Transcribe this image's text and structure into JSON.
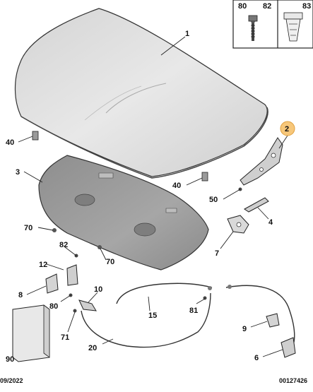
{
  "diagram": {
    "callouts": {
      "c1": "1",
      "c2": "2",
      "c3": "3",
      "c4": "4",
      "c5": "50",
      "c6": "6",
      "c7": "7",
      "c8": "8",
      "c9": "9",
      "c10": "10",
      "c12": "12",
      "c15": "15",
      "c20": "20",
      "c40a": "40",
      "c40b": "40",
      "c70a": "70",
      "c70b": "70",
      "c71": "71",
      "c80": "80",
      "c81": "81",
      "c82": "82",
      "c90": "90"
    },
    "inset": {
      "label_80": "80",
      "label_82": "82",
      "label_83": "83"
    },
    "footer": {
      "date": "09/2022",
      "code": "00127426"
    },
    "colors": {
      "badge_fill": "#f7c77a",
      "badge_stroke": "#e0a040",
      "hood_fill": "#dcdcdc",
      "liner_fill": "#9a9a9a"
    }
  }
}
